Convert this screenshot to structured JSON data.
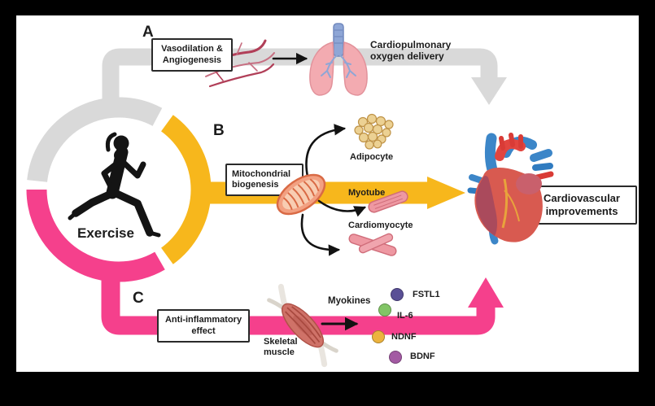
{
  "figure": {
    "hub": {
      "label": "Exercise",
      "icon": "runner-icon"
    },
    "outcome": {
      "label": "Cardiovascular\nimprovements",
      "icon": "heart-icon"
    },
    "pathway_a": {
      "letter": "A",
      "color": "#d9d9d9",
      "box_label": "Vasodilation &\nAngiogenesis",
      "delivery_label": "Cardiopulmonary\noxygen delivery",
      "icons": [
        "blood-vessels-icon",
        "lungs-icon",
        "right-arrow-icon",
        "down-arrow-icon"
      ]
    },
    "pathway_b": {
      "letter": "B",
      "color": "#f7b71c",
      "box_label": "Mitochondrial\nbiogenesis",
      "targets": [
        "Adipocyte",
        "Myotube",
        "Cardiomyocyte"
      ],
      "icons": [
        "mitochondrion-icon",
        "adipocyte-icon",
        "myotube-icon",
        "cardiomyocyte-icon",
        "curved-arrow-icon",
        "right-arrow-icon"
      ]
    },
    "pathway_c": {
      "letter": "C",
      "color": "#f5408c",
      "box_label": "Anti-inflammatory\neffect",
      "muscle_label": "Skeletal\nmuscle",
      "myokines_title": "Myokines",
      "myokines": [
        {
          "label": "FSTL1",
          "color": "#5a5096"
        },
        {
          "label": "IL-6",
          "color": "#82c566"
        },
        {
          "label": "NDNF",
          "color": "#ecb33e"
        },
        {
          "label": "BDNF",
          "color": "#a35aa3"
        }
      ],
      "icons": [
        "skeletal-muscle-icon",
        "right-arrow-icon",
        "up-arrow-icon"
      ]
    }
  }
}
